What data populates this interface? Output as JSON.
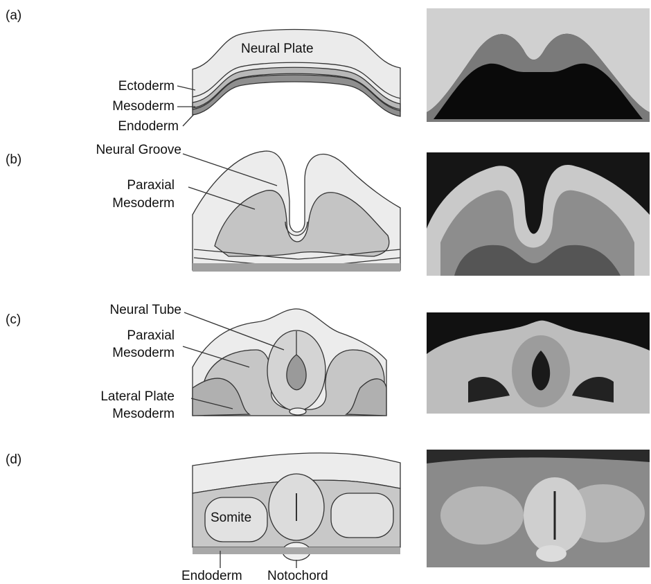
{
  "panels": {
    "a": {
      "letter": "(a)",
      "labels": {
        "neural_plate": "Neural Plate",
        "ectoderm": "Ectoderm",
        "mesoderm": "Mesoderm",
        "endoderm": "Endoderm"
      }
    },
    "b": {
      "letter": "(b)",
      "labels": {
        "neural_groove": "Neural Groove",
        "paraxial_1": "Paraxial",
        "paraxial_2": "Mesoderm"
      }
    },
    "c": {
      "letter": "(c)",
      "labels": {
        "neural_tube": "Neural Tube",
        "paraxial_1": "Paraxial",
        "paraxial_2": "Mesoderm",
        "lateral_1": "Lateral Plate",
        "lateral_2": "Mesoderm"
      }
    },
    "d": {
      "letter": "(d)",
      "labels": {
        "somite": "Somite",
        "endoderm": "Endoderm",
        "notochord": "Notochord"
      }
    }
  },
  "colors": {
    "ectoderm": "#e6e6e6",
    "mesoderm": "#bdbdbd",
    "endoderm": "#9c9c9c",
    "outline": "#333333",
    "photo_bg": "#1a1a1a"
  }
}
